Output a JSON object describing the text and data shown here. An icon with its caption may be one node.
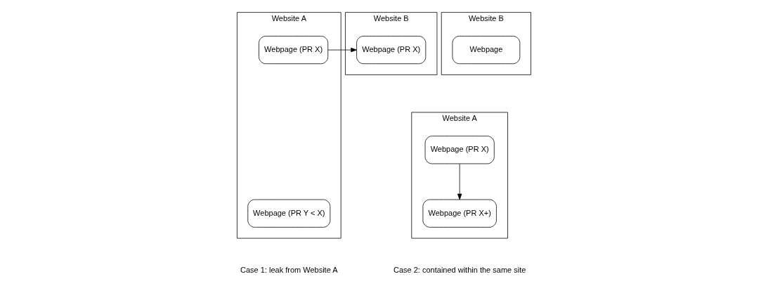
{
  "diagram": {
    "nodes": [
      {
        "text": [
          "Website A"
        ]
      },
      {
        "text": [
          "Webpage (PR X)"
        ],
        "in": 0
      },
      {
        "text": [
          "Webpage (PR Y < X)"
        ],
        "in": 0
      },
      {
        "text": [
          "Website B"
        ]
      },
      {
        "text": [
          "Webpage (PR X)"
        ],
        "in": 3
      },
      {
        "text": [
          "Website A"
        ]
      },
      {
        "text": [
          "Webpage (PR X)"
        ],
        "in": 5
      },
      {
        "text": [
          "Webpage (PR X+)"
        ],
        "in": 5
      },
      {
        "text": [
          "Website B"
        ]
      },
      {
        "text": [
          "Webpage"
        ],
        "in": 8
      }
    ],
    "edges": [
      {
        "from": 1,
        "to": 4,
        "arrow": "to"
      },
      {
        "from": 6,
        "to": 7,
        "arrow": "to"
      }
    ],
    "labels": [
      "Case 1: leak from Website A",
      "Case 2: contained within the same site"
    ]
  }
}
